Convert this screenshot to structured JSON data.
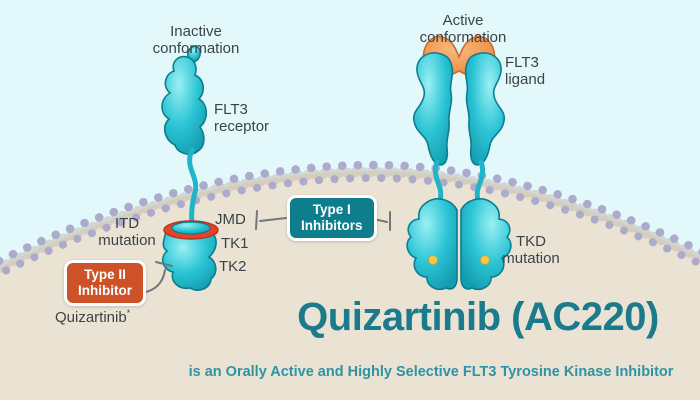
{
  "palette": {
    "background_extracellular": "#E3F8FB",
    "background_cytoplasm": "#EAE3D4",
    "membrane_dot": "#ACABCB",
    "receptor_teal": "#2BC4D4",
    "receptor_outline": "#0B7E8E",
    "ligand_orange": "#F09147",
    "itd_band_red": "#E2432B",
    "tkd_dot_yellow": "#EDCB55",
    "badge_type1_teal": "#0E7E8D",
    "badge_type2_orange": "#CD5227",
    "title_teal": "#1B7B8C",
    "subtitle_teal": "#2E93A4",
    "label_gray": "#3C4347",
    "arrow_gray": "#70767B"
  },
  "inactive": {
    "title_line1": "Inactive",
    "title_line2": "conformation",
    "receptor_line1": "FLT3",
    "receptor_line2": "receptor",
    "itd_line1": "ITD",
    "itd_line2": "mutation",
    "domains": [
      "JMD",
      "TK1",
      "TK2"
    ]
  },
  "active": {
    "title_line1": "Active",
    "title_line2": "conformation",
    "ligand_line1": "FLT3",
    "ligand_line2": "ligand",
    "tkd_line1": "TKD",
    "tkd_line2": "mutation"
  },
  "badges": {
    "type1_line1": "Type I",
    "type1_line2": "Inhibitors",
    "type2_line1": "Type II",
    "type2_line2": "Inhibitor"
  },
  "drug": {
    "name": "Quizartinib",
    "mark": "*"
  },
  "footer": {
    "title": "Quizartinib (AC220)",
    "subtitle": "is an Orally Active and Highly Selective FLT3 Tyrosine Kinase Inhibitor"
  }
}
